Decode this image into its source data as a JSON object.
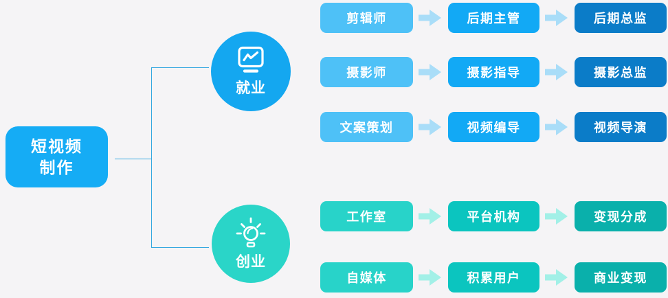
{
  "root": {
    "line1": "短视频",
    "line2": "制作"
  },
  "branches": [
    {
      "label": "就业",
      "icon": "presentation-chart-icon"
    },
    {
      "label": "创业",
      "icon": "lightbulb-icon"
    }
  ],
  "rows": [
    {
      "branch": "就业",
      "steps": [
        "剪辑师",
        "后期主管",
        "后期总监"
      ]
    },
    {
      "branch": "就业",
      "steps": [
        "摄影师",
        "摄影指导",
        "摄影总监"
      ]
    },
    {
      "branch": "就业",
      "steps": [
        "文案策划",
        "视频编导",
        "视频导演"
      ]
    },
    {
      "branch": "创业",
      "steps": [
        "工作室",
        "平台机构",
        "变现分成"
      ]
    },
    {
      "branch": "创业",
      "steps": [
        "自媒体",
        "积累用户",
        "商业变现"
      ]
    }
  ],
  "icons": {
    "employment": "presentation-chart-icon",
    "entrepreneurship": "lightbulb-icon",
    "flow": "arrow-right-icon"
  },
  "colors": {
    "background": "#f5f4f6",
    "root_box": "#15acf5",
    "employment_circle": "#14a7f0",
    "entrepreneurship_circle": "#2ad5c8",
    "blue_step_1": "#4ec1f7",
    "blue_step_2": "#12a9f5",
    "blue_step_3": "#0b7cc8",
    "teal_step_1": "#28d3c9",
    "teal_step_2": "#0bc5bf",
    "teal_step_3": "#0ab0ab",
    "blue_arrow": "#a9ddf8",
    "teal_arrow": "#a2f0e7",
    "connector_line": "#35a8e0"
  }
}
